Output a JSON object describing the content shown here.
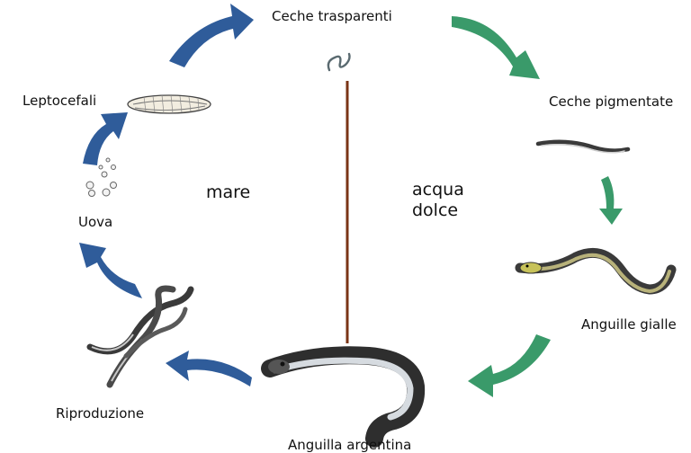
{
  "diagram": {
    "stages": {
      "ceche_trasparenti": "Ceche trasparenti",
      "ceche_pigmentate": "Ceche pigmentate",
      "anguille_gialle": "Anguille gialle",
      "anguilla_argentina": "Anguilla argentina",
      "riproduzione": "Riproduzione",
      "uova": "Uova",
      "leptocefali": "Leptocefali"
    },
    "zones": {
      "sea": "mare",
      "fresh_line1": "acqua",
      "fresh_line2": "dolce"
    }
  },
  "colors": {
    "sea_arrow": "#2f5c9a",
    "freshwater_arrow": "#3a9a6a",
    "divider": "#7a3416",
    "outline": "#333333"
  }
}
